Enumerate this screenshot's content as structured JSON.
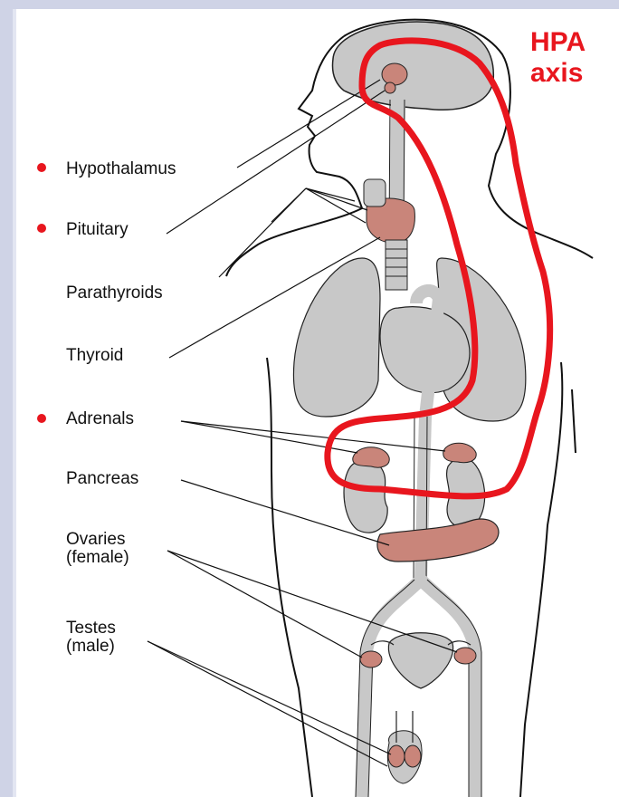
{
  "title_line1": "HPA",
  "title_line2": "axis",
  "labels": {
    "hypothalamus": "Hypothalamus",
    "pituitary": "Pituitary",
    "parathyroids": "Parathyroids",
    "thyroid": "Thyroid",
    "adrenals": "Adrenals",
    "pancreas": "Pancreas",
    "ovaries_1": "Ovaries",
    "ovaries_2": "(female)",
    "testes_1": "Testes",
    "testes_2": "(male)"
  },
  "colors": {
    "accent": "#e8161e",
    "organ_fill": "#c8c8c8",
    "gland_fill": "#c9857a",
    "frame": "#cfd3e6"
  }
}
